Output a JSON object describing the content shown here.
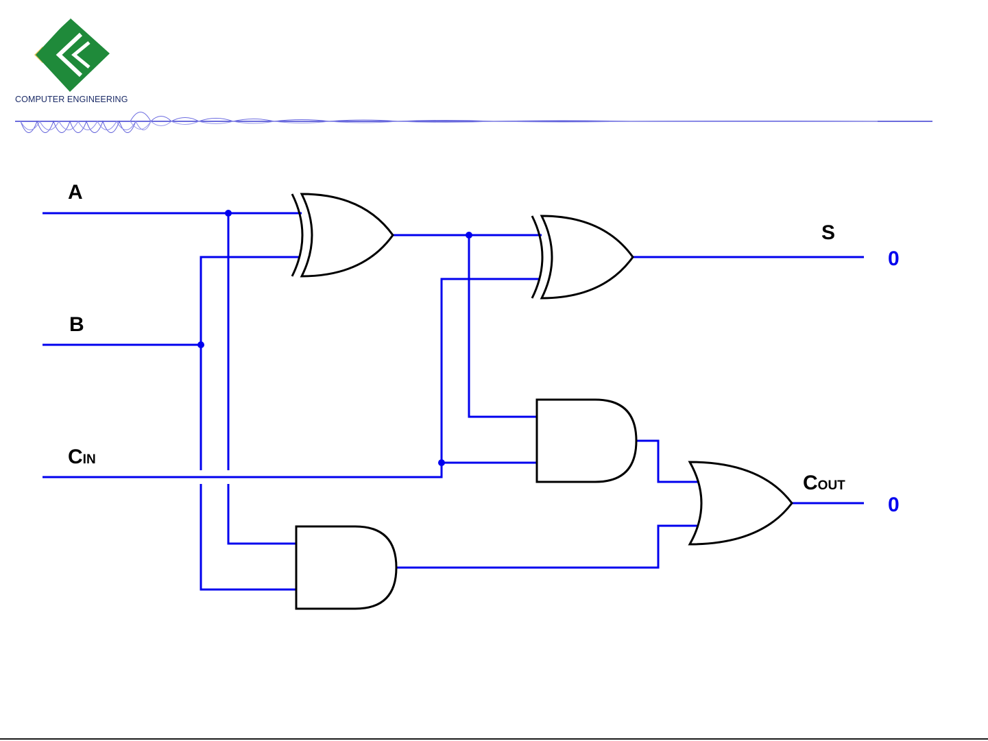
{
  "header": {
    "org_name": "COMPUTER ENGINEERING"
  },
  "diagram": {
    "inputs": {
      "a": "A",
      "b": "B",
      "cin_main": "C",
      "cin_sub": "IN"
    },
    "outputs": {
      "sum": "S",
      "cout_main": "C",
      "cout_sub": "OUT",
      "sum_value": "0",
      "cout_value": "0"
    },
    "gates": [
      "xor-1",
      "xor-2",
      "and-1",
      "and-2",
      "or-1"
    ]
  },
  "colors": {
    "wire": "#0000ee",
    "gate_stroke": "#000000",
    "value_text": "#0000ee",
    "logo_green": "#1f8a3a",
    "logo_accent": "#e8c35a",
    "header_rule": "#3a3ad0"
  }
}
